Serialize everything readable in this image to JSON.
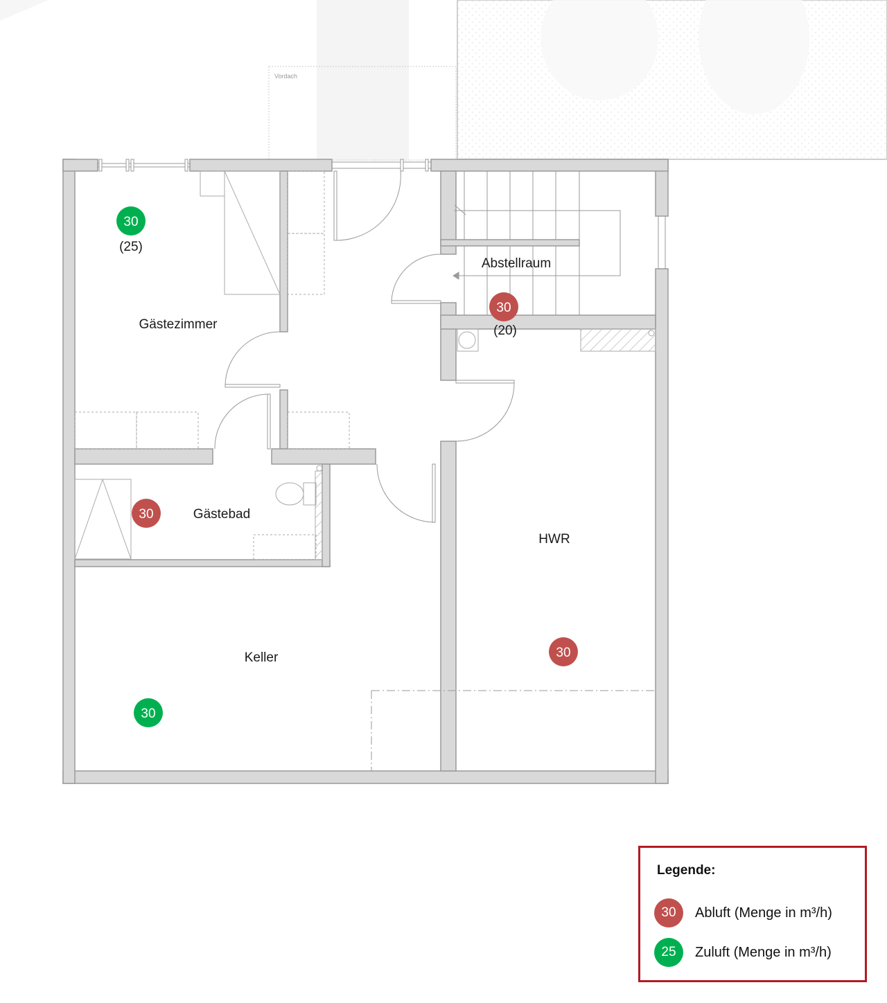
{
  "canopy_label": "Vordach",
  "rooms": {
    "guest_room": "Gästezimmer",
    "storage": "Abstellraum",
    "guest_bath": "Gästebad",
    "utility": "HWR",
    "basement": "Keller"
  },
  "markers": {
    "guest_room_supply": {
      "value": "30",
      "note": "(25)",
      "kind": "Zuluft"
    },
    "storage_exhaust": {
      "value": "30",
      "note": "(20)",
      "kind": "Abluft"
    },
    "guest_bath_exhaust": {
      "value": "30",
      "kind": "Abluft"
    },
    "utility_exhaust": {
      "value": "30",
      "kind": "Abluft"
    },
    "basement_supply": {
      "value": "30",
      "kind": "Zuluft"
    }
  },
  "legend": {
    "title": "Legende:",
    "exhaust": {
      "value": "30",
      "label": "Abluft (Menge in m³/h)"
    },
    "supply": {
      "value": "25",
      "label": "Zuluft (Menge in m³/h)"
    }
  },
  "colors": {
    "exhaust": "#c0504d",
    "supply": "#00b050",
    "wall": "#d9d9d9",
    "legend_border": "#b01c22"
  }
}
